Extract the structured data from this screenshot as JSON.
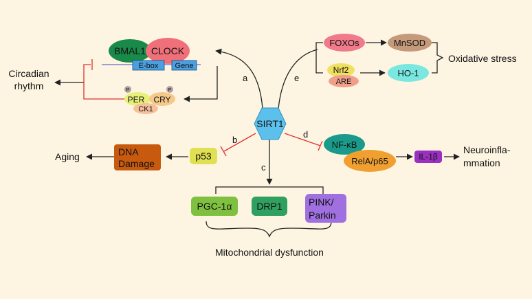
{
  "colors": {
    "background": "#fdf5e2",
    "sirt1": "#5bc0eb",
    "bmal1": "#1a8a4a",
    "clock": "#f0707a",
    "ebox": "#4a9fe0",
    "per": "#e8f07a",
    "cry": "#f5c98a",
    "ck1": "#f5c09a",
    "phospho": "#b0a0a0",
    "foxos": "#f07a8a",
    "mnsod": "#c49a7a",
    "nrf2": "#f0e060",
    "are": "#f0a08a",
    "ho1": "#7ae8e0",
    "nfkb": "#1a9a8a",
    "rela": "#f0a030",
    "il1b": "#9a30c0",
    "dna": "#c85a10",
    "p53": "#e0e050",
    "pgc": "#80c040",
    "drp1": "#30a060",
    "pink": "#a070e0",
    "inhibit": "#e03030",
    "arrow": "#222222"
  },
  "center": {
    "label": "SIRT1"
  },
  "circadian": {
    "bmal1": "BMAL1",
    "clock": "CLOCK",
    "ebox": "E-box",
    "gene": "Gene",
    "per": "PER",
    "cry": "CRY",
    "ck1": "CK1",
    "phospho": "P",
    "outcome": [
      "Circadian",
      "rhythm"
    ]
  },
  "oxidative": {
    "foxos": "FOXOs",
    "mnsod": "MnSOD",
    "nrf2": "Nrf2",
    "are": "ARE",
    "ho1": "HO-1",
    "outcome": "Oxidative stress"
  },
  "inflammation": {
    "nfkb": "NF-κB",
    "rela": "RelA/p65",
    "il1b": "IL-1β",
    "outcome": [
      "Neuroinfla-",
      "mmation"
    ]
  },
  "aging": {
    "p53": "p53",
    "dna": [
      "DNA",
      "Damage"
    ],
    "outcome": "Aging"
  },
  "mito": {
    "pgc": "PGC-1α",
    "drp1": "DRP1",
    "pink": [
      "PINK/",
      "Parkin"
    ],
    "outcome": "Mitochondrial dysfunction"
  },
  "pathway_labels": {
    "a": "a",
    "b": "b",
    "c": "c",
    "d": "d",
    "e": "e"
  }
}
